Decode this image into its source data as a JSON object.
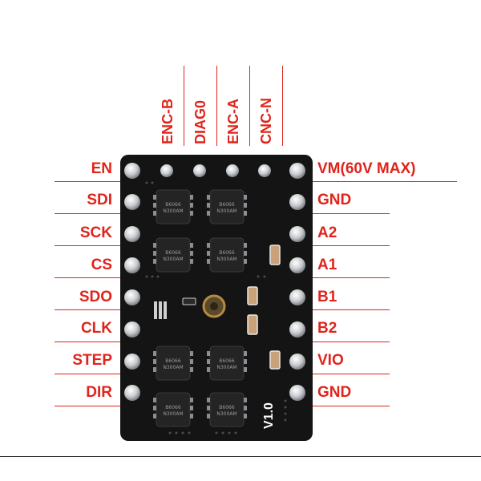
{
  "colors": {
    "label": "#e0241b",
    "line": "#e0241b",
    "board": "#141414",
    "pad": "#c8ccd0",
    "chip": "#1e1e1e",
    "chip_text": "#9a9a9a",
    "capacitor": "#c9a27a"
  },
  "top_pins": [
    {
      "label": "ENC-B"
    },
    {
      "label": "DIAG0"
    },
    {
      "label": "ENC-A"
    },
    {
      "label": "CNC-N"
    }
  ],
  "left_pins": [
    {
      "label": "EN"
    },
    {
      "label": "SDI"
    },
    {
      "label": "SCK"
    },
    {
      "label": "CS"
    },
    {
      "label": "SDO"
    },
    {
      "label": "CLK"
    },
    {
      "label": "STEP"
    },
    {
      "label": "DIR"
    }
  ],
  "right_pins": [
    {
      "label": "VM(60V MAX)"
    },
    {
      "label": "GND"
    },
    {
      "label": "A2"
    },
    {
      "label": "A1"
    },
    {
      "label": "B1"
    },
    {
      "label": "B2"
    },
    {
      "label": "VIO"
    },
    {
      "label": "GND"
    }
  ],
  "board": {
    "version": "V1.0",
    "chip_lines": [
      "B6066",
      "N300AM"
    ]
  }
}
